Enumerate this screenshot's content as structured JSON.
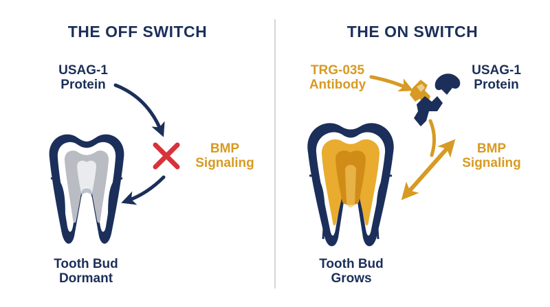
{
  "off_panel": {
    "heading": "THE OFF SWITCH",
    "protein_label": [
      "USAG-1",
      "Protein"
    ],
    "signal_label": [
      "BMP",
      "Signaling"
    ],
    "tooth_label": [
      "Tooth Bud",
      "Dormant"
    ]
  },
  "on_panel": {
    "heading": "THE ON SWITCH",
    "antibody_label": [
      "TRG-035",
      "Antibody"
    ],
    "protein_label": [
      "USAG-1",
      "Protein"
    ],
    "signal_label": [
      "BMP",
      "Signaling"
    ],
    "tooth_label": [
      "Tooth Bud",
      "Grows"
    ]
  },
  "colors": {
    "navy": "#1b2f5a",
    "gold": "#d79a22",
    "blocked_x": "#d8323a",
    "gray_pulp": "#b9bcc2",
    "divider": "#c9c9c9"
  },
  "icons": {
    "blocked": "x-mark-icon",
    "antibody": "antibody-icon",
    "protein": "broken-protein-icon"
  }
}
